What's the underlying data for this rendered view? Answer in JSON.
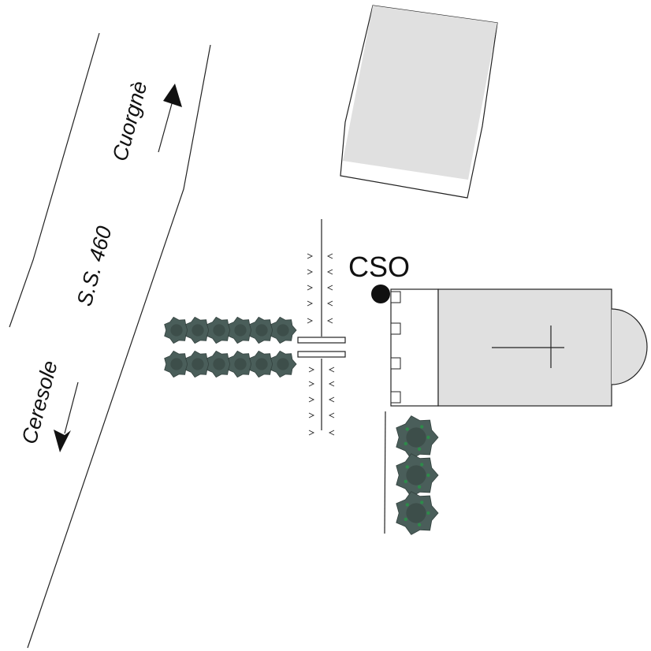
{
  "labels": {
    "cuorgne": "Cuorgnè",
    "road": "S.S. 460",
    "ceresole": "Ceresole",
    "station": "CSO"
  },
  "colors": {
    "background": "#ffffff",
    "building_fill": "#e0e0e0",
    "outline": "#222222",
    "shrub_fill": "#4a5e5a",
    "shrub_dark": "#33413e",
    "shrub_accent": "#2e8a4a",
    "marker": "#111111"
  },
  "icons": {
    "arrow_north": "arrow-up-icon",
    "arrow_south": "arrow-down-icon",
    "church_cross": "cross-icon",
    "station_marker": "dot-icon",
    "hedge": "shrub-icon"
  }
}
